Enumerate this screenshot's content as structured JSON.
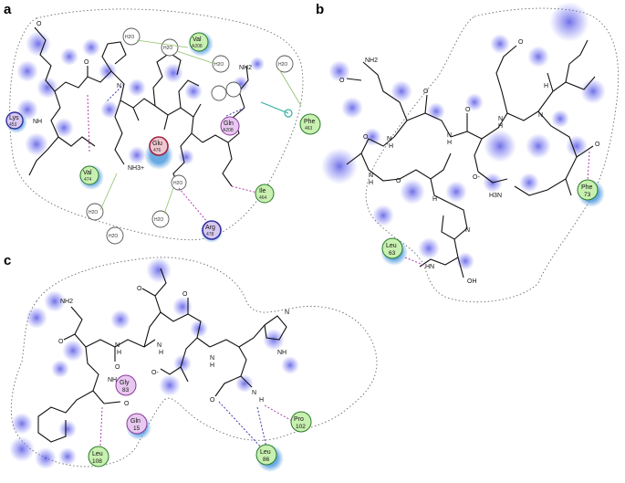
{
  "panels": [
    {
      "id": "a",
      "label": "a",
      "residues": [
        {
          "name": "Lys",
          "num": "453",
          "kind": "basic"
        },
        {
          "name": "Val",
          "num": "A208",
          "kind": "hydrophobic"
        },
        {
          "name": "Glu",
          "num": "476",
          "kind": "acidic"
        },
        {
          "name": "Gln",
          "num": "A208",
          "kind": "polar"
        },
        {
          "name": "Phe",
          "num": "463",
          "kind": "hydrophobic"
        },
        {
          "name": "Val",
          "num": "474",
          "kind": "hydrophobic"
        },
        {
          "name": "Ile",
          "num": "464",
          "kind": "hydrophobic"
        },
        {
          "name": "Arg",
          "num": "478",
          "kind": "basic"
        }
      ],
      "water_label": "H2O",
      "atoms": [
        "O",
        "NH",
        "N",
        "NH2",
        "O",
        "NH3+"
      ]
    },
    {
      "id": "b",
      "label": "b",
      "residues": [
        {
          "name": "Phe",
          "num": "73",
          "kind": "hydrophobic"
        },
        {
          "name": "Leu",
          "num": "63",
          "kind": "hydrophobic"
        }
      ],
      "atoms": [
        "NH2",
        "O",
        "O",
        "O",
        "N",
        "H",
        "N",
        "H",
        "O",
        "N",
        "H",
        "N",
        "H",
        "O",
        "O",
        "O-",
        "H3N",
        "N",
        "HN",
        "OH",
        "N",
        "H",
        "H",
        "O"
      ]
    },
    {
      "id": "c",
      "label": "c",
      "residues": [
        {
          "name": "Gly",
          "num": "83",
          "kind": "polar"
        },
        {
          "name": "Gln",
          "num": "15",
          "kind": "polar"
        },
        {
          "name": "Pro",
          "num": "102",
          "kind": "hydrophobic"
        },
        {
          "name": "Leu",
          "num": "86",
          "kind": "hydrophobic"
        },
        {
          "name": "Leu",
          "num": "108",
          "kind": "hydrophobic"
        }
      ],
      "atoms": [
        "NH2",
        "O",
        "N",
        "H",
        "N",
        "H",
        "O",
        "NH",
        "O",
        "O",
        "O-",
        "N",
        "H",
        "O",
        "N",
        "H",
        "N",
        "NH",
        "O"
      ]
    }
  ],
  "colors": {
    "hydrophobic": "#c8f0b0",
    "polar": "#e8c8f0",
    "acidic": "#f0c8d0",
    "basic": "#d8c8f0",
    "exposure": "#5050e0",
    "residue_ring": "#5aa0e0",
    "water": "#ffffff"
  }
}
